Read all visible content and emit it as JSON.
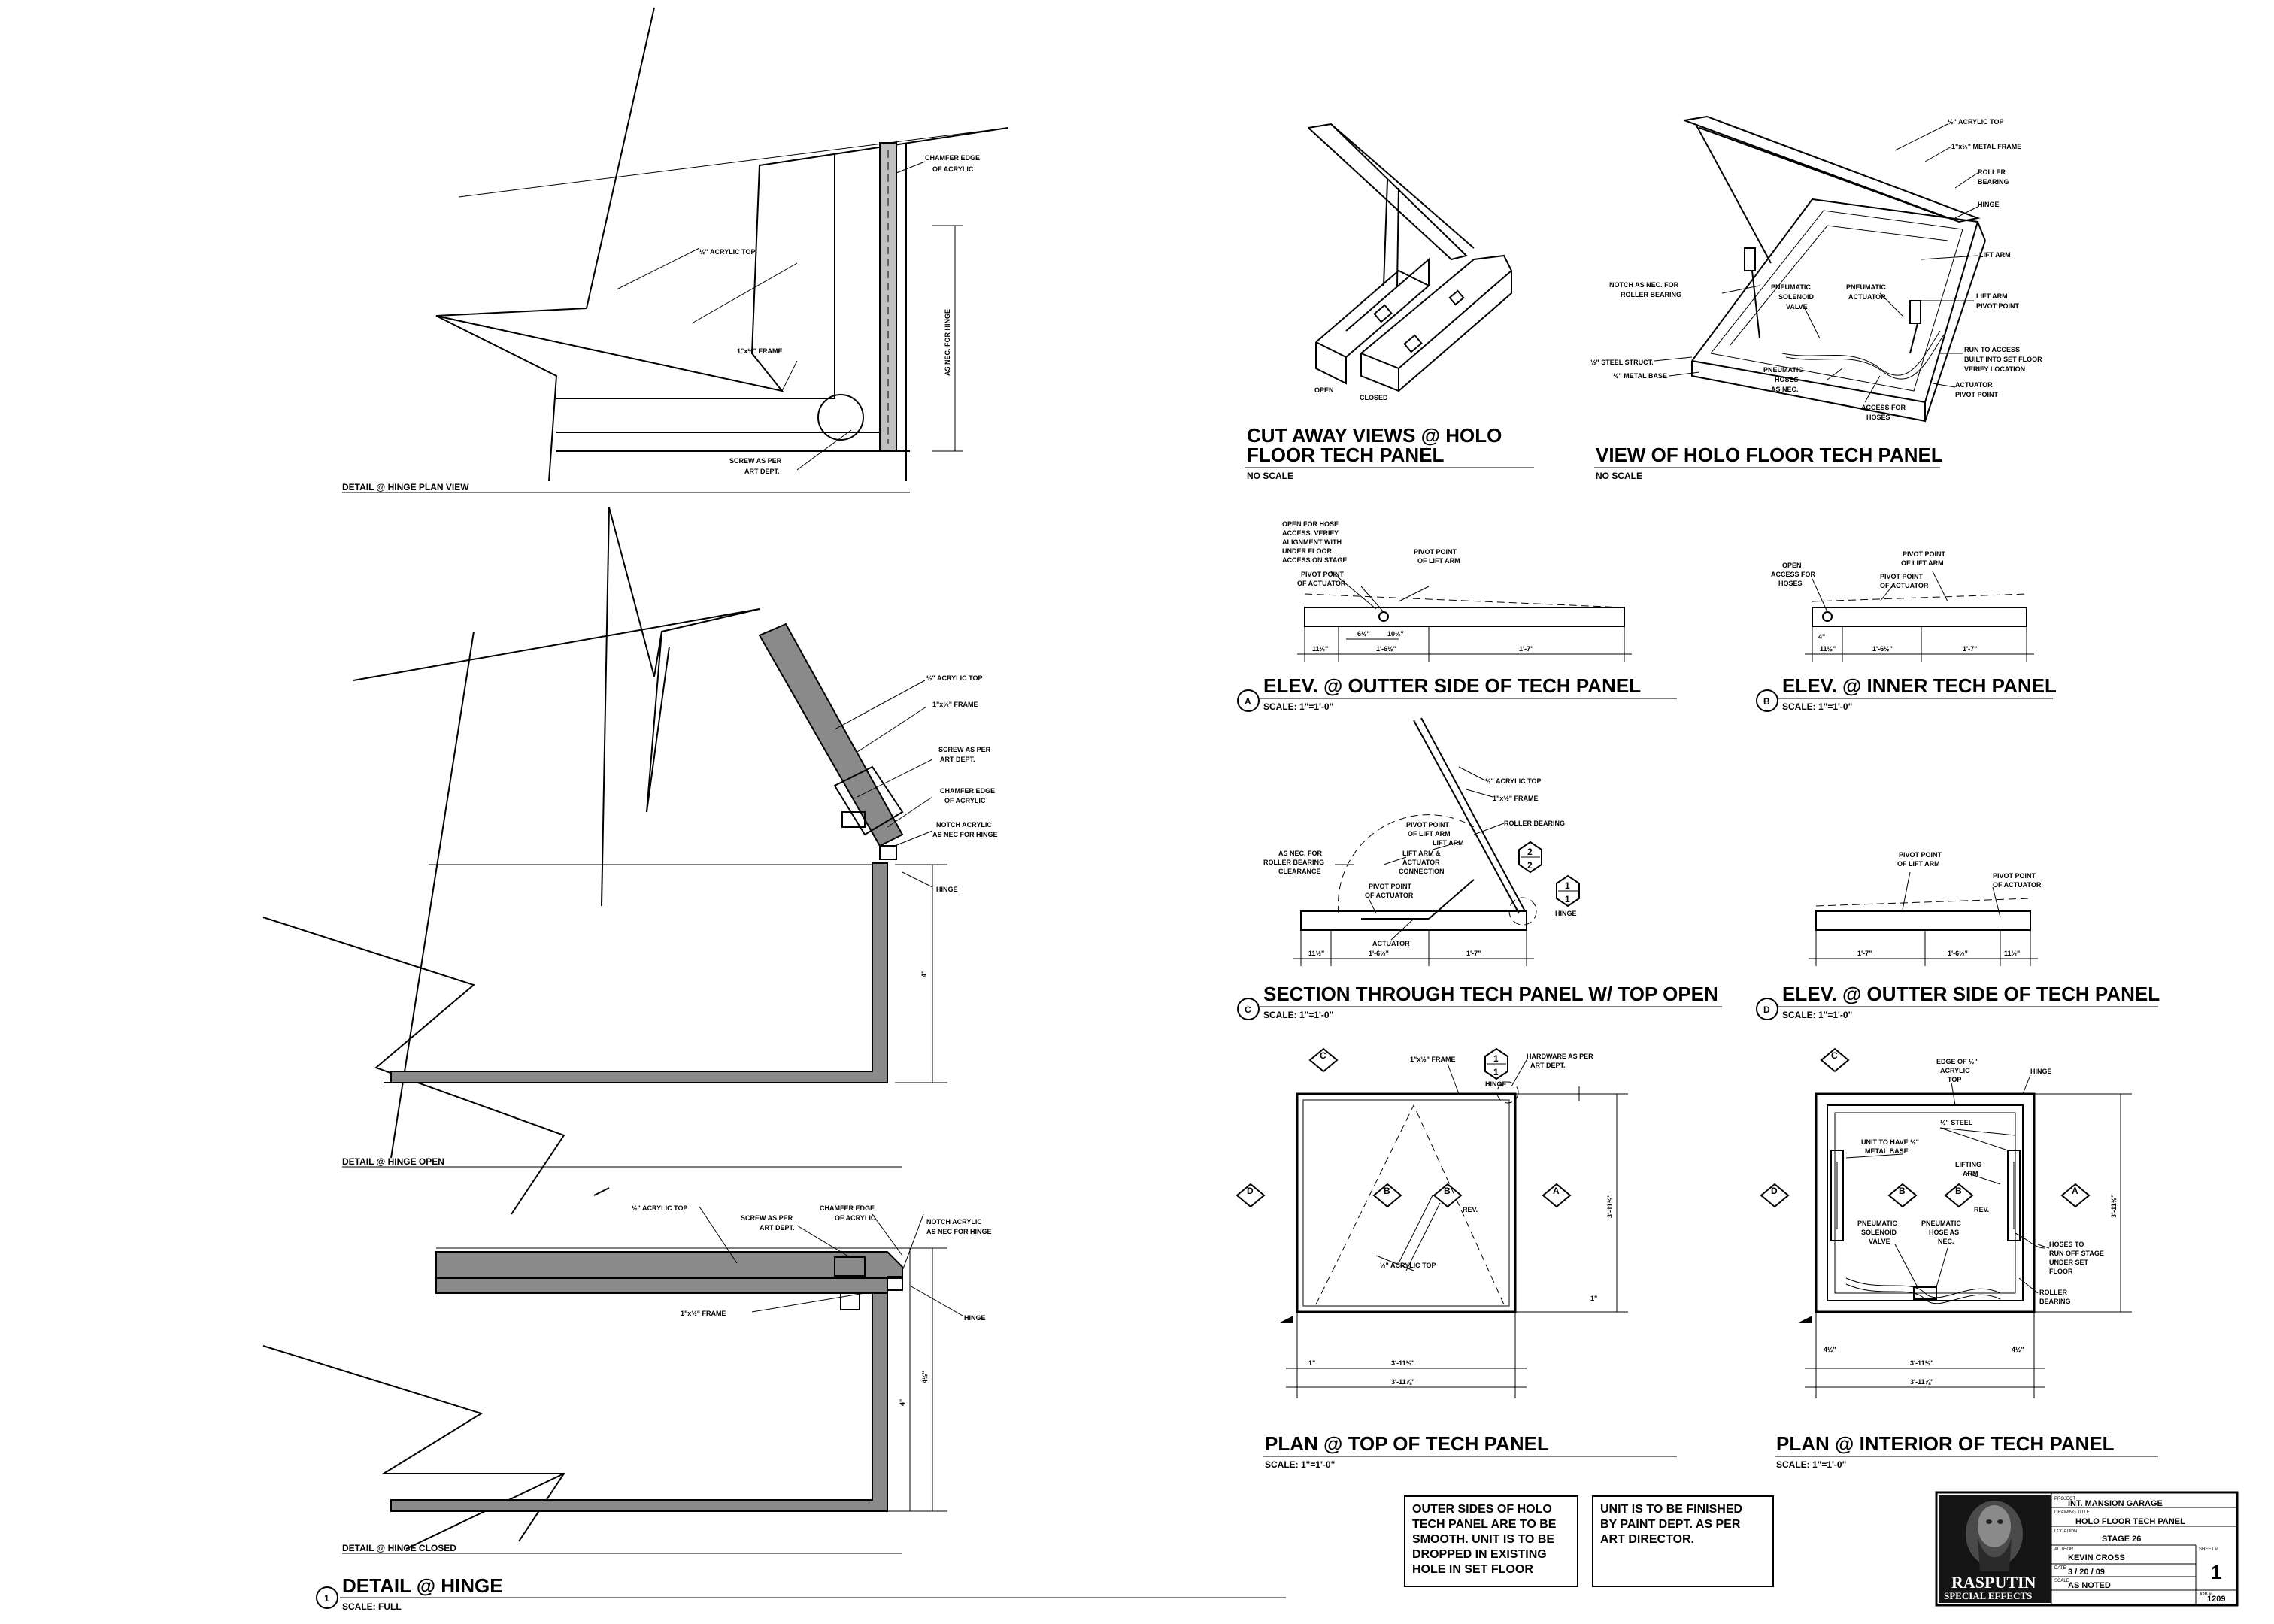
{
  "detail_hinge": {
    "title": "DETAIL @ HINGE",
    "scale": "SCALE: FULL",
    "number": "1",
    "plan_view": {
      "caption": "DETAIL @ HINGE PLAN VIEW",
      "labels": [
        "CHAMFER EDGE",
        "OF ACRYLIC",
        "½\" ACRYLIC TOP",
        "1\"x½\" FRAME",
        "SCREW AS PER",
        "ART DEPT.",
        "AS NEC. FOR HINGE"
      ]
    },
    "open": {
      "caption": "DETAIL @ HINGE OPEN",
      "labels": [
        "½\" ACRYLIC TOP",
        "1\"x½\" FRAME",
        "SCREW AS PER",
        "ART DEPT.",
        "CHAMFER EDGE",
        "OF ACRYLIC",
        "NOTCH ACRYLIC",
        "AS NEC FOR HINGE",
        "HINGE",
        "4\""
      ]
    },
    "closed": {
      "caption": "DETAIL @ HINGE CLOSED",
      "labels": [
        "½\" ACRYLIC TOP",
        "SCREW AS PER",
        "ART DEPT.",
        "CHAMFER EDGE",
        "OF ACRYLIC",
        "NOTCH ACRYLIC",
        "AS NEC FOR HINGE",
        "1\"x½\" FRAME",
        "HINGE",
        "4\"",
        "4½\""
      ]
    }
  },
  "cutaway": {
    "title_line1": "CUT AWAY VIEWS @ HOLO",
    "title_line2": "FLOOR TECH PANEL",
    "scale": "NO SCALE",
    "labels": [
      "OPEN",
      "CLOSED"
    ]
  },
  "view": {
    "title": "VIEW OF HOLO FLOOR TECH PANEL",
    "scale": "NO SCALE",
    "labels": [
      "½\" ACRYLIC TOP",
      "1\"x½\" METAL FRAME",
      "ROLLER",
      "BEARING",
      "HINGE",
      "LIFT ARM",
      "LIFT ARM",
      "PIVOT POINT",
      "NOTCH AS NEC. FOR",
      "ROLLER BEARING",
      "PNEUMATIC",
      "SOLENOID",
      "VALVE",
      "PNEUMATIC",
      "ACTUATOR",
      "½\" STEEL STRUCT.",
      "½\" METAL BASE",
      "PNEUMATIC",
      "HOSES",
      "AS NEC.",
      "ACCESS FOR",
      "HOSES",
      "RUN TO ACCESS",
      "BUILT INTO SET FLOOR",
      "VERIFY LOCATION",
      "ACTUATOR",
      "PIVOT POINT"
    ]
  },
  "elev_a": {
    "letter": "A",
    "title": "ELEV. @ OUTTER SIDE OF TECH PANEL",
    "scale": "SCALE: 1\"=1'-0\"",
    "labels": [
      "OPEN FOR HOSE",
      "ACCESS. VERIFY",
      "ALIGNMENT WITH",
      "UNDER FLOOR",
      "ACCESS ON STAGE",
      "PIVOT POINT",
      "OF ACTUATOR",
      "PIVOT POINT",
      "OF LIFT ARM"
    ],
    "dims": [
      "11½\"",
      "1'-6½\"",
      "1'-7\"",
      "6½\"",
      "10½\""
    ]
  },
  "elev_b": {
    "letter": "B",
    "title": "ELEV. @ INNER TECH PANEL",
    "scale": "SCALE: 1\"=1'-0\"",
    "labels": [
      "OPEN",
      "ACCESS FOR",
      "HOSES",
      "PIVOT POINT",
      "OF LIFT ARM",
      "PIVOT POINT",
      "OF ACTUATOR"
    ],
    "dims": [
      "11½\"",
      "1'-6½\"",
      "1'-7\"",
      "4\""
    ]
  },
  "section_c": {
    "letter": "C",
    "title": "SECTION THROUGH TECH PANEL W/ TOP OPEN",
    "scale": "SCALE: 1\"=1'-0\"",
    "labels": [
      "½\" ACRYLIC TOP",
      "1\"x½\" FRAME",
      "PIVOT POINT",
      "OF LIFT ARM",
      "ROLLER BEARING",
      "LIFT ARM",
      "LIFT ARM &",
      "ACTUATOR",
      "CONNECTION",
      "AS NEC. FOR",
      "ROLLER BEARING",
      "CLEARANCE",
      "PIVOT POINT",
      "OF ACTUATOR",
      "ACTUATOR",
      "HINGE"
    ],
    "dims": [
      "11½\"",
      "1'-6½\"",
      "1'-7\""
    ],
    "callout_top": "2",
    "callout_bottom": "2",
    "hinge_callout_top": "1",
    "hinge_callout_bottom": "1"
  },
  "elev_d": {
    "letter": "D",
    "title": "ELEV. @ OUTTER SIDE OF TECH PANEL",
    "scale": "SCALE: 1\"=1'-0\"",
    "labels": [
      "PIVOT POINT",
      "OF LIFT ARM",
      "PIVOT POINT",
      "OF ACTUATOR"
    ],
    "dims": [
      "1'-7\"",
      "1'-6½\"",
      "11½\""
    ]
  },
  "plan_top": {
    "title": "PLAN @ TOP OF TECH PANEL",
    "scale": "SCALE: 1\"=1'-0\"",
    "labels": [
      "1\"x½\" FRAME",
      "HINGE",
      "HARDWARE AS PER",
      "ART DEPT.",
      "½\" ACRYLIC TOP",
      "REV."
    ],
    "dims": [
      "3'-11½\"",
      "3'-11⅞\"",
      "3'-11½\"",
      "1\"",
      "1\""
    ],
    "markers": [
      "C",
      "D",
      "B",
      "B",
      "A"
    ],
    "hinge_callout_top": "1",
    "hinge_callout_bottom": "1"
  },
  "plan_interior": {
    "title": "PLAN @ INTERIOR OF TECH PANEL",
    "scale": "SCALE: 1\"=1'-0\"",
    "labels": [
      "EDGE OF ½\"",
      "ACRYLIC",
      "TOP",
      "HINGE",
      "½\" STEEL",
      "UNIT TO HAVE ½\"",
      "METAL BASE",
      "LIFTING",
      "ARM",
      "PNEUMATIC",
      "SOLENOID",
      "VALVE",
      "PNEUMATIC",
      "HOSE AS",
      "NEC.",
      "HOSES TO",
      "RUN OFF STAGE",
      "UNDER SET",
      "FLOOR",
      "ROLLER",
      "BEARING",
      "REV."
    ],
    "dims": [
      "3'-11½\"",
      "3'-11⅞\"",
      "3'-11½\"",
      "4½\"",
      "4½\""
    ],
    "markers": [
      "C",
      "D",
      "B",
      "B",
      "A"
    ]
  },
  "notes": [
    [
      "OUTER SIDES OF HOLO",
      "TECH PANEL ARE TO BE",
      "SMOOTH. UNIT IS TO BE",
      "DROPPED IN EXISTING",
      "HOLE IN SET FLOOR"
    ],
    [
      "UNIT IS TO BE FINISHED",
      "BY PAINT DEPT. AS PER",
      "ART DIRECTOR."
    ]
  ],
  "title_block": {
    "company_line1": "RASPUTIN",
    "company_line2": "SPECIAL EFFECTS",
    "set": "INT. MANSION GARAGE",
    "drawing_title": "HOLO FLOOR TECH PANEL",
    "location": "STAGE 26",
    "author": "KEVIN CROSS",
    "date": "3 / 20 / 09",
    "scale": "AS NOTED",
    "sheet": "1",
    "job": "1209",
    "field_labels": [
      "PROJECT",
      "DRAWING TITLE",
      "LOCATION",
      "AUTHOR",
      "DATE",
      "SCALE",
      "SHEET #",
      "JOB #"
    ]
  }
}
